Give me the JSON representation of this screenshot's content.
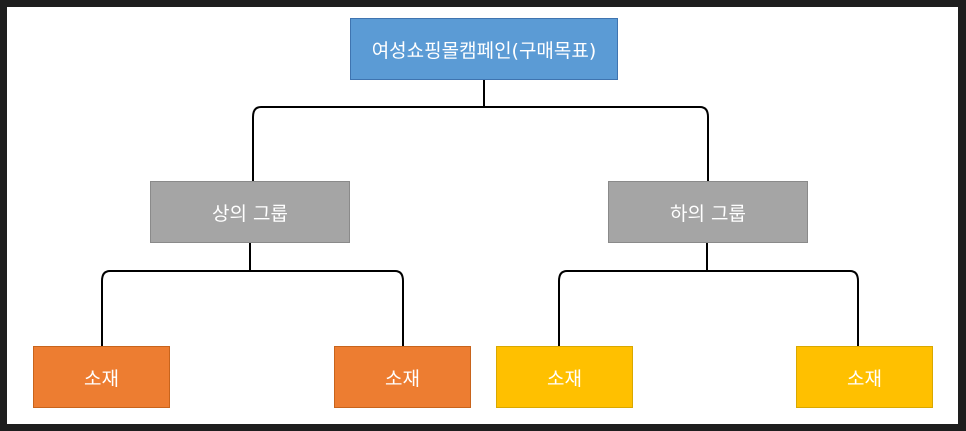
{
  "diagram": {
    "root": {
      "label": "여성쇼핑몰캠페인(구매목표)",
      "color": "#5b9bd5"
    },
    "groups": [
      {
        "label": "상의 그룹",
        "color": "#a5a5a5"
      },
      {
        "label": "하의 그룹",
        "color": "#a5a5a5"
      }
    ],
    "leaves": [
      {
        "label": "소재",
        "color": "#ed7d31"
      },
      {
        "label": "소재",
        "color": "#ed7d31"
      },
      {
        "label": "소재",
        "color": "#ffc000"
      },
      {
        "label": "소재",
        "color": "#ffc000"
      }
    ],
    "connector_color": "#000000"
  }
}
